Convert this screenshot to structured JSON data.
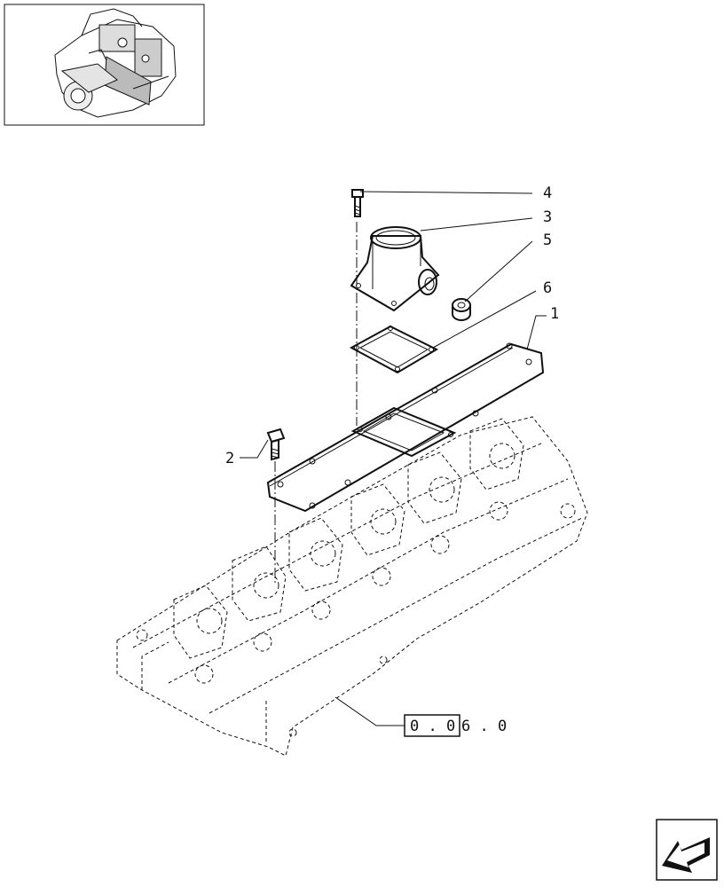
{
  "callouts": [
    {
      "id": "4",
      "label": "4"
    },
    {
      "id": "3",
      "label": "3"
    },
    {
      "id": "5",
      "label": "5"
    },
    {
      "id": "6",
      "label": "6"
    },
    {
      "id": "1",
      "label": "1"
    },
    {
      "id": "2",
      "label": "2"
    }
  ],
  "reference": {
    "boxed_part": "0 . 0",
    "trailing_part": "6 . 0"
  },
  "icons": {
    "thumbnail": "engine-thumbnail-icon",
    "navigation": "back-arrow-icon"
  }
}
